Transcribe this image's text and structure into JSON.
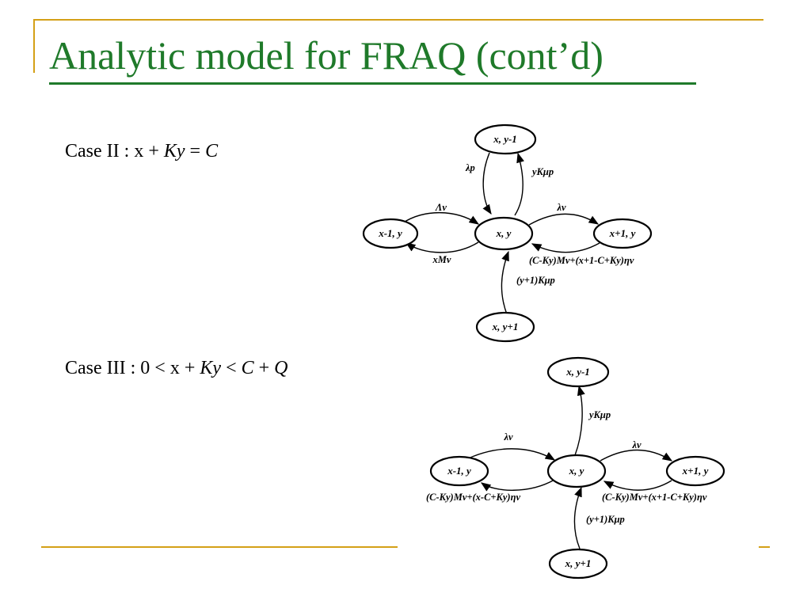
{
  "title": "Analytic  model for FRAQ (cont’d)",
  "case2": {
    "prefix": "Case II : ",
    "x": "x",
    "plus": " + ",
    "ky": "Ky",
    "eq": " = ",
    "c": "C"
  },
  "case3": {
    "prefix": "Case III : ",
    "zero": "0",
    "lt1": " < ",
    "x": "x",
    "plus1": " + ",
    "ky": "Ky",
    "lt2": " < ",
    "c": "C",
    "plus2": " + ",
    "q": "Q"
  },
  "diagram1": {
    "nodes": {
      "top": "x, y-1",
      "left": "x-1, y",
      "center": "x, y",
      "right": "x+1, y",
      "bottom": "x, y+1"
    },
    "edges": {
      "top_to_center": "λp",
      "center_to_top": "yKμp",
      "left_to_center": "Λv",
      "center_to_left": "xMv",
      "center_to_right": "λv",
      "right_to_center": "(C-Ky)Mv+(x+1-C+Ky)ηv",
      "bottom_to_center": "(y+1)Kμp"
    }
  },
  "diagram2": {
    "nodes": {
      "top": "x, y-1",
      "left": "x-1, y",
      "center": "x, y",
      "right": "x+1, y",
      "bottom": "x, y+1"
    },
    "edges": {
      "center_to_top": "yKμp",
      "left_to_center": "λv",
      "center_to_left": "(C-Ky)Mv+(x-C+Ky)ηv",
      "center_to_right": "λv",
      "right_to_center": "(C-Ky)Mv+(x+1-C+Ky)ηv",
      "bottom_to_center": "(y+1)Kμp"
    }
  }
}
